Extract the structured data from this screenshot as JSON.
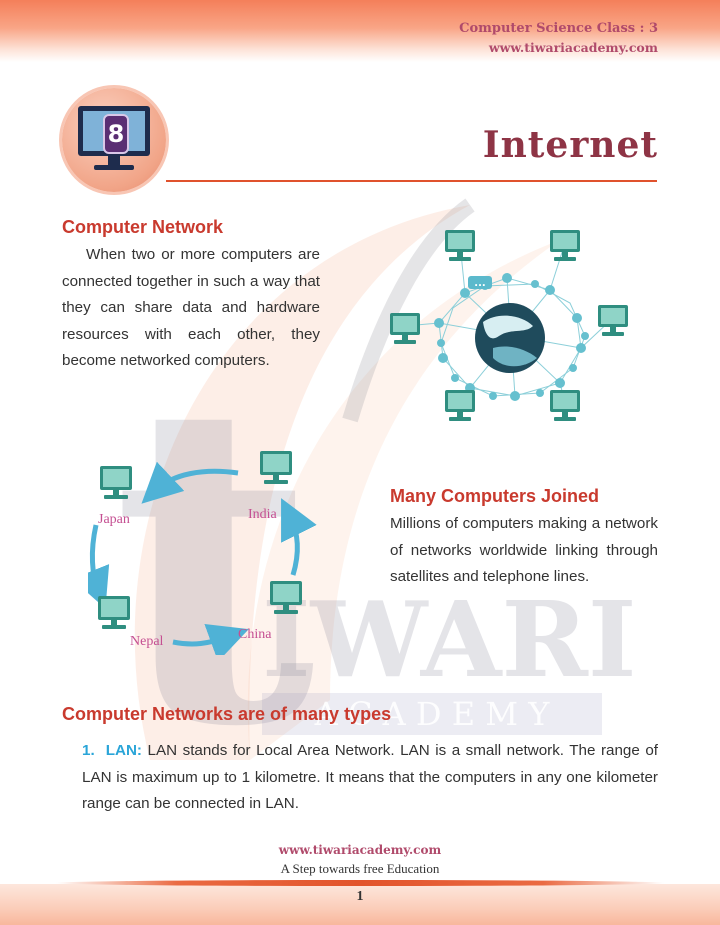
{
  "header": {
    "class_label": "Computer Science Class : 3",
    "website": "www.tiwariacademy.com"
  },
  "chapter": {
    "number": "8",
    "title": "Internet"
  },
  "watermark": {
    "brand_letter": "t",
    "brand_name": "IWARI",
    "brand_sub": "A C A D E M Y"
  },
  "computer_network": {
    "heading": "Computer Network",
    "body": "When two or more computers are connected together in such a way that they can share data and hardware resources with each other, they become networked computers."
  },
  "globe_diagram": {
    "chat_bubble": "..."
  },
  "many_computers": {
    "heading": "Many Computers Joined",
    "body": "Millions of computers making a network of networks worldwide linking through satellites and telephone lines."
  },
  "country_ring": {
    "cities": [
      "Japan",
      "India",
      "Nepal",
      "China"
    ]
  },
  "network_types": {
    "heading": "Computer Networks are of many types",
    "items": [
      {
        "number": "1.",
        "label": "LAN:",
        "text": "LAN stands for Local Area Network. LAN is a small network. The range of LAN  is maximum up to 1 kilometre. It means that the computers in any one kilometer range can be connected in LAN."
      }
    ]
  },
  "footer": {
    "website": "www.tiwariacademy.com",
    "tagline": "A Step towards free Education",
    "page_number": "1"
  },
  "colors": {
    "heading_red": "#c93a2e",
    "brand_magenta": "#b04a6b",
    "chapter_title": "#8e3445",
    "monitor_teal": "#3a9e8e",
    "lan_blue": "#2aa5d8"
  }
}
